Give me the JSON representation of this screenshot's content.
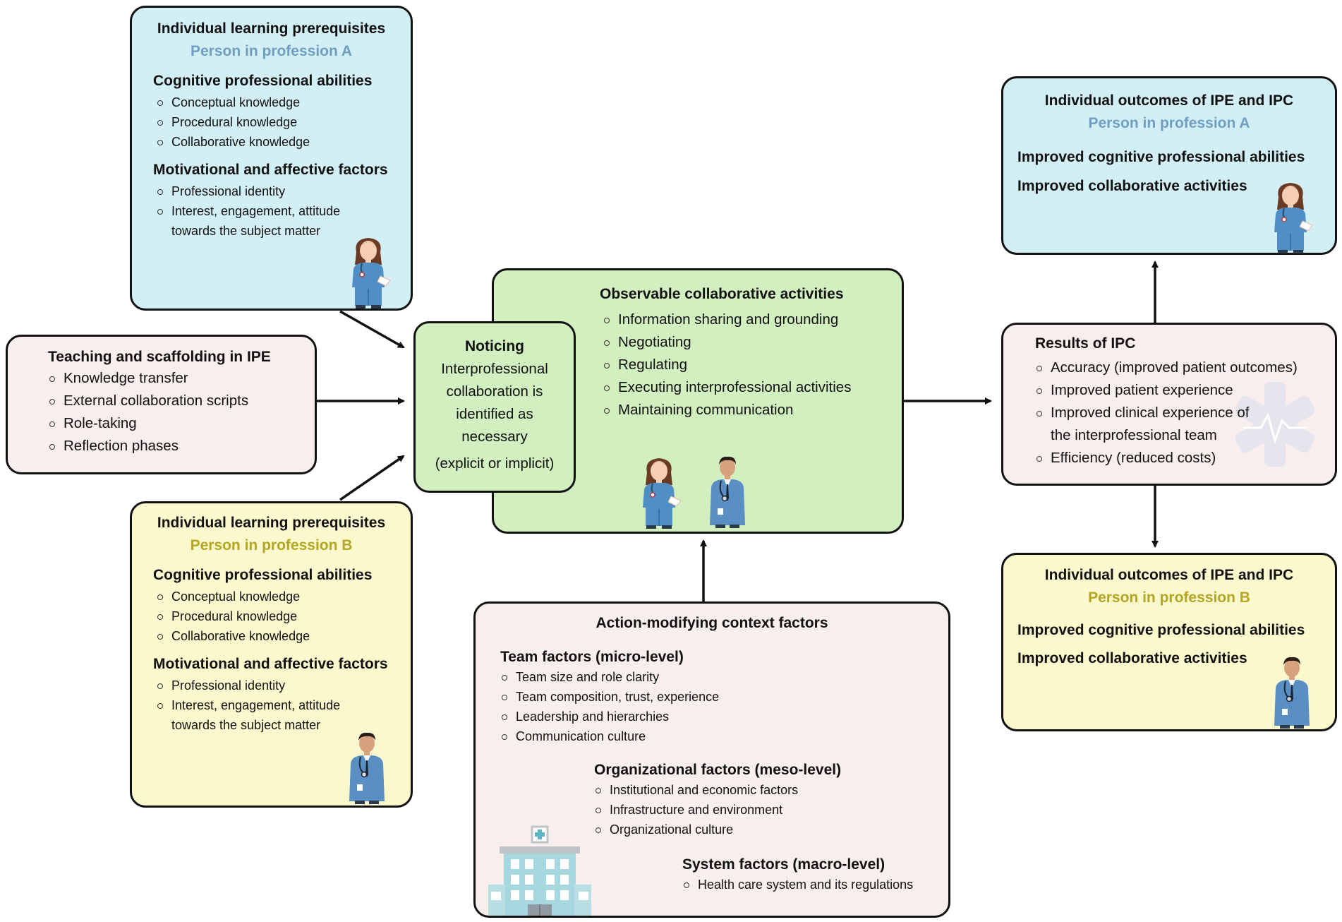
{
  "prereq_a": {
    "title": "Individual learning prerequisites",
    "person": "Person in profession A",
    "cognitive_heading": "Cognitive professional abilities",
    "cognitive_items": [
      "Conceptual knowledge",
      "Procedural knowledge",
      "Collaborative knowledge"
    ],
    "motivational_heading": "Motivational and affective factors",
    "motivational_items": [
      "Professional identity",
      "Interest, engagement, attitude",
      "towards the subject matter"
    ]
  },
  "teaching": {
    "title": "Teaching and scaffolding in IPE",
    "items": [
      "Knowledge transfer",
      "External collaboration scripts",
      "Role-taking",
      "Reflection phases"
    ]
  },
  "prereq_b": {
    "title": "Individual learning prerequisites",
    "person": "Person in profession B",
    "cognitive_heading": "Cognitive professional abilities",
    "cognitive_items": [
      "Conceptual knowledge",
      "Procedural knowledge",
      "Collaborative knowledge"
    ],
    "motivational_heading": "Motivational and affective factors",
    "motivational_items": [
      "Professional identity",
      "Interest, engagement, attitude",
      "towards the subject matter"
    ]
  },
  "noticing": {
    "title": "Noticing",
    "lines": [
      "Interprofessional",
      "collaboration is",
      "identified as",
      "necessary"
    ],
    "note": "(explicit or implicit)"
  },
  "activities": {
    "title": "Observable collaborative activities",
    "items": [
      "Information sharing and grounding",
      "Negotiating",
      "Regulating",
      "Executing interprofessional activities",
      "Maintaining communication"
    ]
  },
  "context": {
    "title": "Action-modifying context factors",
    "team_heading": "Team factors (micro-level)",
    "team_items": [
      "Team size and role clarity",
      "Team composition, trust, experience",
      "Leadership and hierarchies",
      "Communication culture"
    ],
    "org_heading": "Organizational factors (meso-level)",
    "org_items": [
      "Institutional and economic factors",
      "Infrastructure and environment",
      "Organizational culture"
    ],
    "system_heading": "System factors (macro-level)",
    "system_items": [
      "Health care system and its regulations"
    ]
  },
  "outcome_a": {
    "title": "Individual outcomes of IPE and IPC",
    "person": "Person in profession A",
    "line1": "Improved cognitive professional abilities",
    "line2": "Improved collaborative activities"
  },
  "results": {
    "title": "Results of IPC",
    "items": [
      "Accuracy (improved patient outcomes)",
      "Improved patient experience",
      "Improved clinical experience of",
      "Efficiency (reduced costs)"
    ],
    "continuation": "the interprofessional team"
  },
  "outcome_b": {
    "title": "Individual outcomes of IPE and IPC",
    "person": "Person in profession B",
    "line1": "Improved cognitive professional abilities",
    "line2": "Improved collaborative activities"
  },
  "colors": {
    "blue_box": "#d3eff6",
    "pink_box": "#f8eeed",
    "yellow_box": "#fbf8cd",
    "green_box": "#d2efc0",
    "person_a_text": "#6f9ec0",
    "person_b_text": "#b3a623",
    "border": "#111111"
  },
  "icons": [
    "nurse-icon",
    "doctor-icon",
    "hospital-icon",
    "star-of-life-icon"
  ]
}
